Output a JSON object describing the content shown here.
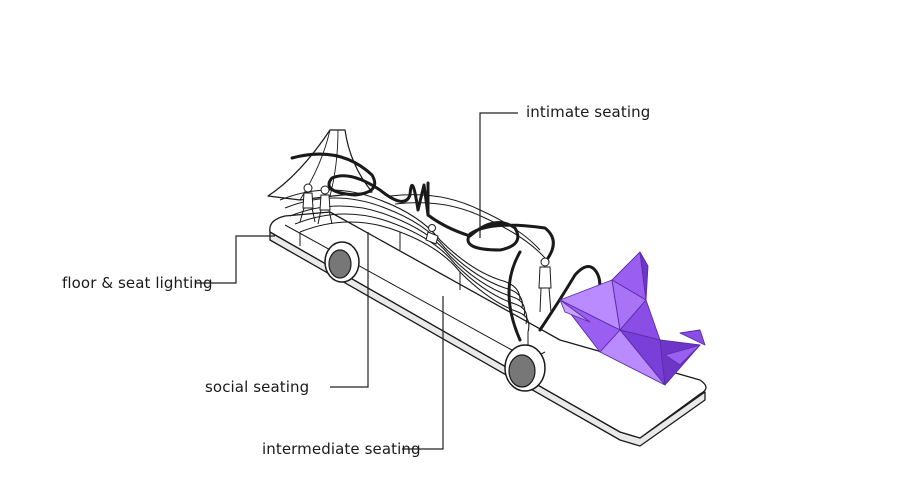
{
  "labels": {
    "intimate": "intimate seating",
    "floor": "floor & seat lighting",
    "social": "social seating",
    "intermediate": "intermediate seating"
  },
  "colors": {
    "stroke": "#1a1a1a",
    "leader": "#222222",
    "crane_light": "#b98bff",
    "crane_mid": "#9a5ef0",
    "crane_dark": "#6e35c9",
    "platform_side": "#e9e9e9",
    "wheel": "#777777"
  },
  "icons": [
    "person-figure",
    "origami-crane",
    "canopy",
    "wheel"
  ]
}
